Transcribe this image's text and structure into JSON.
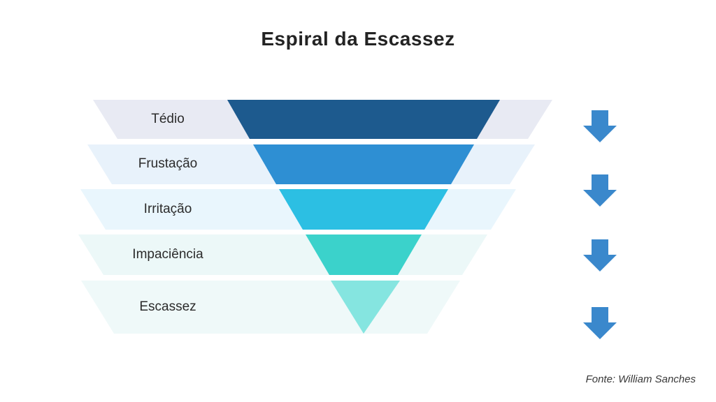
{
  "title": "Espiral da Escassez",
  "source": "Fonte: William Sanches",
  "diagram": {
    "type": "funnel",
    "direction": "down",
    "stages": [
      {
        "label": "Tédio",
        "funnel_color": "#1d5a8e",
        "band_color": "#e8eaf3"
      },
      {
        "label": "Frustação",
        "funnel_color": "#2e8fd3",
        "band_color": "#e8f2fb"
      },
      {
        "label": "Irritação",
        "funnel_color": "#2cbfe3",
        "band_color": "#e9f6fd"
      },
      {
        "label": "Impaciência",
        "funnel_color": "#3bd2cb",
        "band_color": "#ecf8f8"
      },
      {
        "label": "Escassez",
        "funnel_color": "#85e5e0",
        "band_color": "#eff9f9"
      }
    ],
    "arrows": {
      "icon": "down-arrow-icon",
      "count": 4,
      "color": "#3a88cc"
    }
  },
  "colors": {
    "background": "#ffffff",
    "title_text": "#232323",
    "label_text": "#2b2b2b",
    "source_text": "#383838"
  }
}
